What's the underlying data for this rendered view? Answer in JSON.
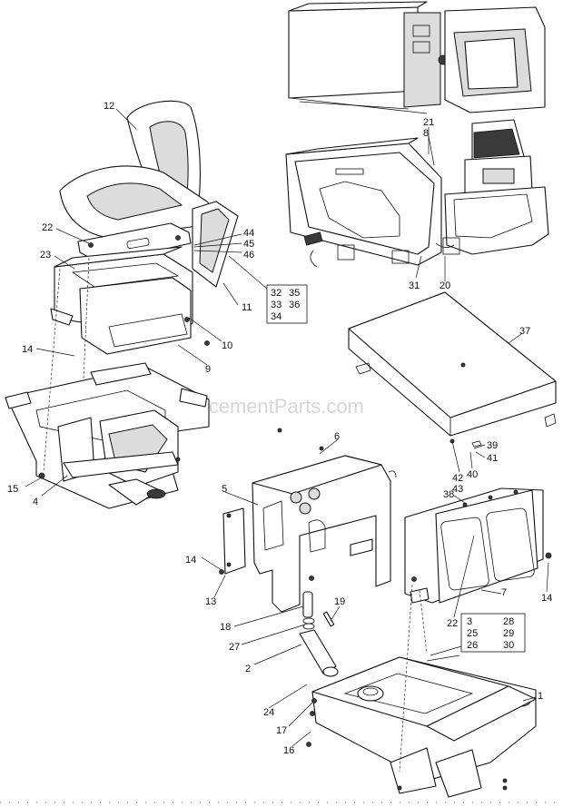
{
  "watermark": "eReplacementParts.com",
  "labels": {
    "l1": "1",
    "l2": "2",
    "l3": "3",
    "l4": "4",
    "l5": "5",
    "l6": "6",
    "l7": "7",
    "l8": "8",
    "l9": "9",
    "l10": "10",
    "l11": "11",
    "l12": "12",
    "l13": "13",
    "l14a": "14",
    "l14b": "14",
    "l14c": "14",
    "l15": "15",
    "l16": "16",
    "l17": "17",
    "l18": "18",
    "l19": "19",
    "l20": "20",
    "l21": "21",
    "l22a": "22",
    "l22b": "22",
    "l23": "23",
    "l24": "24",
    "l27": "27",
    "l31": "31",
    "l37": "37",
    "l38": "38",
    "l39": "39",
    "l40": "40",
    "l41": "41",
    "l42": "42",
    "l43": "43",
    "l44": "44",
    "l45": "45",
    "l46": "46"
  },
  "box_a": [
    "32",
    "35",
    "33",
    "36",
    "34"
  ],
  "box_b": [
    "3",
    "28",
    "25",
    "29",
    "26",
    "30"
  ]
}
